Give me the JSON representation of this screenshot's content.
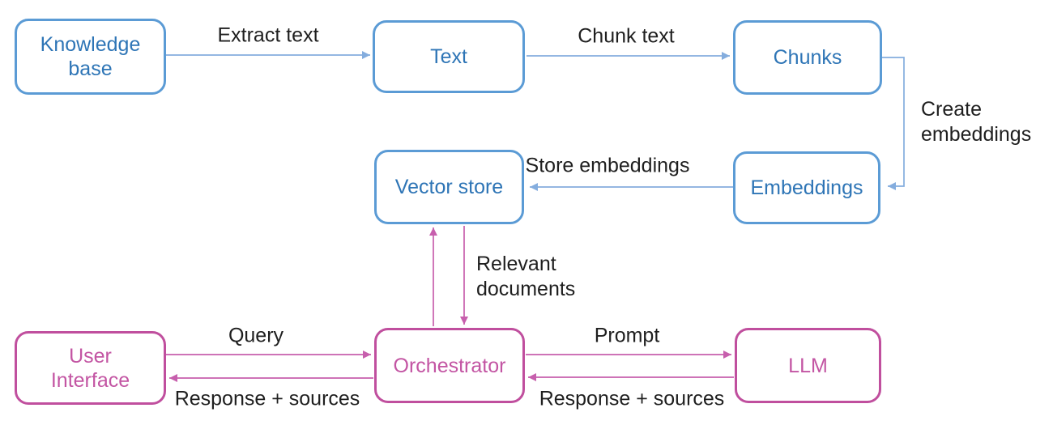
{
  "colors": {
    "background": "#ffffff",
    "blue_border": "#5B9BD5",
    "blue_text": "#2E75B6",
    "blue_arrow": "#84ADDE",
    "pink_border": "#C04F9E",
    "pink_text": "#C355A3",
    "pink_arrow": "#C75FAD",
    "label_text": "#1F1F1F"
  },
  "nodes": [
    {
      "id": "knowledge-base",
      "label": "Knowledge\nbase"
    },
    {
      "id": "text",
      "label": "Text"
    },
    {
      "id": "chunks",
      "label": "Chunks"
    },
    {
      "id": "embeddings",
      "label": "Embeddings"
    },
    {
      "id": "vector-store",
      "label": "Vector store"
    },
    {
      "id": "user-interface",
      "label": "User\nInterface"
    },
    {
      "id": "orchestrator",
      "label": "Orchestrator"
    },
    {
      "id": "llm",
      "label": "LLM"
    }
  ],
  "edge_labels": {
    "extract_text": "Extract text",
    "chunk_text": "Chunk text",
    "create_embeddings": "Create\nembeddings",
    "store_embeddings": "Store embeddings",
    "relevant_documents": "Relevant\ndocuments",
    "query": "Query",
    "response_sources_left": "Response + sources",
    "prompt": "Prompt",
    "response_sources_right": "Response + sources"
  }
}
